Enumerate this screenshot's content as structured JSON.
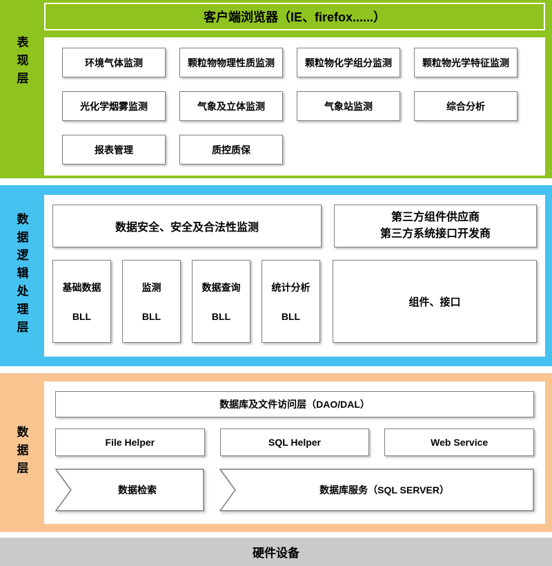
{
  "presentation": {
    "label": "表现层",
    "header": "客户端浏览器（IE、firefox......）",
    "boxes": [
      "环境气体监测",
      "颗粒物物理性质监测",
      "颗粒物化学组分监测",
      "颗粒物光学特征监测",
      "光化学烟雾监测",
      "气象及立体监测",
      "气象站监测",
      "综合分析",
      "报表管理",
      "质控质保"
    ]
  },
  "logic": {
    "label": "数据逻辑处理层",
    "security_box": "数据安全、安全及合法性监测",
    "third_party": [
      "第三方组件供应商",
      "第三方系统接口开发商"
    ],
    "bll_boxes": [
      {
        "name": "基础数据",
        "suffix": "BLL"
      },
      {
        "name": "监测",
        "suffix": "BLL"
      },
      {
        "name": "数据查询",
        "suffix": "BLL"
      },
      {
        "name": "统计分析",
        "suffix": "BLL"
      }
    ],
    "component_box": "组件、接口"
  },
  "data_layer": {
    "label": "数据层",
    "dao": "数据库及文件访问层（DAO/DAL）",
    "helpers": [
      "File Helper",
      "SQL Helper",
      "Web Service"
    ],
    "arrows": [
      "数据检索",
      "数据库服务（SQL SERVER）"
    ]
  },
  "hardware": {
    "label": "硬件设备"
  },
  "colors": {
    "presentation_green": "#8fc31f",
    "logic_blue": "#45c2f0",
    "data_orange": "#f8c591",
    "hardware_gray": "#c9caca"
  }
}
